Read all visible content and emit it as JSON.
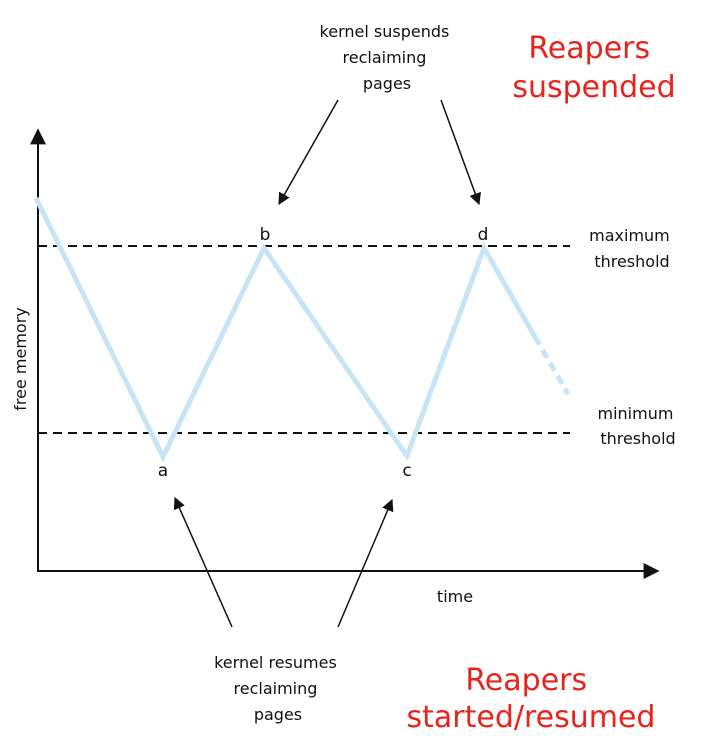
{
  "diagram": {
    "y_axis_label": "free memory",
    "x_axis_label": "time",
    "max_threshold_lines": [
      "maximum",
      "threshold"
    ],
    "min_threshold_lines": [
      "minimum",
      "threshold"
    ],
    "point_labels": {
      "a": "a",
      "b": "b",
      "c": "c",
      "d": "d"
    },
    "suspend_note_lines": [
      "kernel suspends",
      "reclaiming",
      "pages"
    ],
    "resume_note_lines": [
      "kernel resumes",
      "reclaiming",
      "pages"
    ],
    "reapers_suspended_lines": [
      "Reapers",
      "suspended"
    ],
    "reapers_resumed_lines": [
      "Reapers",
      "started/resumed"
    ]
  },
  "colors": {
    "memory_curve": "#c6e6f7",
    "annotation_red": "#e8231b",
    "ink": "#111111"
  }
}
